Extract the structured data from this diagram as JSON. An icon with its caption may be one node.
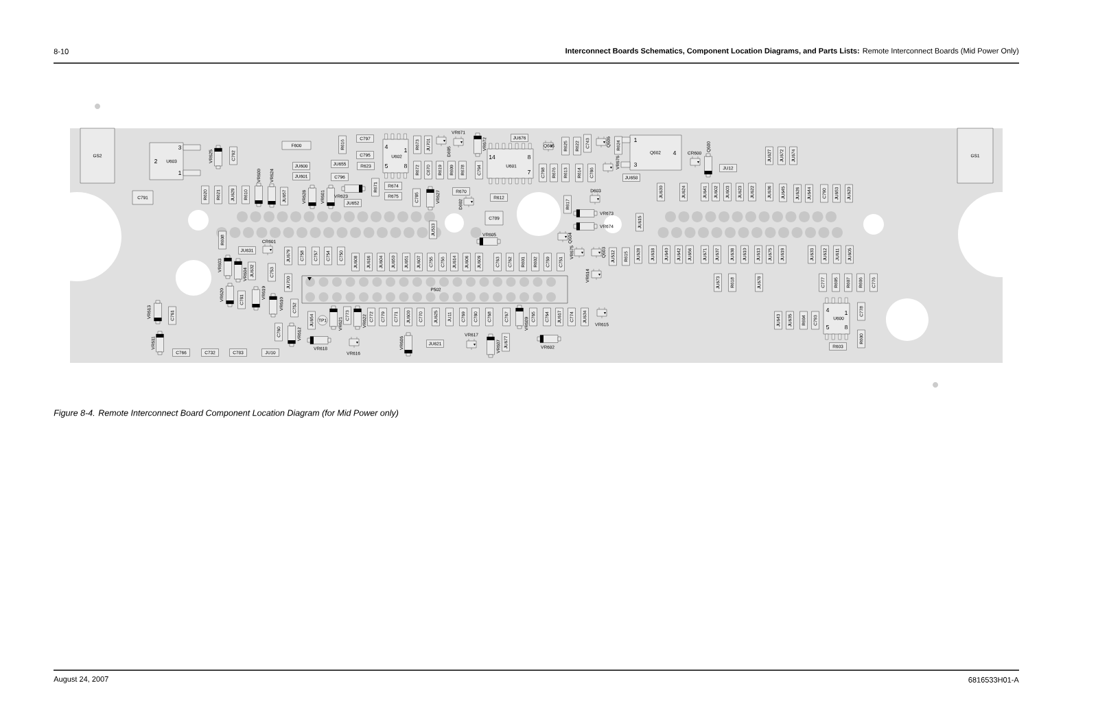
{
  "diagram": {
    "caption": "Figure 8-4. Remote Interconnect Board Component Location Diagram (for Mid Power only)",
    "labels": [
      "8-10",
      "**Interconnect Boards Schematics, Component Location Diagrams, and Parts Lists:** Remote Interconnect Boards (Mid Power Only)",
      "GS2",
      "3",
      "VR625",
      "C792",
      "F600",
      "R616",
      "C797",
      "C795",
      "4",
      "U602",
      "1",
      "R673",
      "JU701",
      "D605",
      "VR671",
      "VR672",
      "14",
      "JU676",
      "8",
      "Q605",
      "R625",
      "R622",
      "C743",
      "Q606",
      "R624",
      "1",
      "Q602",
      "4",
      "CR600",
      "Q600",
      "JU627",
      "JU672",
      "JU674",
      "GS1",
      "2",
      "U603",
      "1",
      "VR600",
      "VR624",
      "JU600",
      "JU601",
      "JU655",
      "C796",
      "R623",
      "5",
      "8",
      "R672",
      "C670",
      "R619",
      "R609",
      "R678",
      "C794",
      "U601",
      "7",
      "C798",
      "R676",
      "R613",
      "R614",
      "C786",
      "VR676",
      "JU658",
      "3",
      "JU12",
      "C791",
      "R620",
      "R621",
      "JU629",
      "R610",
      "JU657",
      "VR628",
      "VR601",
      "VR623",
      "JU652",
      "R671",
      "R674",
      "R675",
      "C785",
      "VR627",
      "D602",
      "R670",
      "R612",
      "R617",
      "D603",
      "JU630",
      "JU624",
      "JU641",
      "JU602",
      "JU603",
      "JU623",
      "JU622",
      "JU636",
      "JU645",
      "JU626",
      "JU644",
      "C790",
      "JU653",
      "JU620",
      "R608",
      "CR601",
      "JU513",
      "VR605",
      "C789",
      "Q604",
      "VR673",
      "VR674",
      "JU615",
      "VR603",
      "VR604",
      "JU631",
      "JU632",
      "C753",
      "JU679",
      "C758",
      "C757",
      "C754",
      "C750",
      "JU608",
      "JU616",
      "JU604",
      "JU650",
      "JU651",
      "JU607",
      "C755",
      "C756",
      "JU614",
      "JU606",
      "JU609",
      "C763",
      "C762",
      "R601",
      "R602",
      "C759",
      "C751",
      "VR675",
      "VR614",
      "Q603",
      "JU512",
      "R615",
      "JU628",
      "JU618",
      "JU640",
      "JU642",
      "JU656",
      "JU671",
      "JU637",
      "JU638",
      "JU610",
      "JU613",
      "JU675",
      "JU619",
      "JU633",
      "JU612",
      "JU611",
      "JU605",
      "VR620",
      "C781",
      "VR619",
      "VR610",
      "JU700",
      "P502",
      "JU673",
      "R618",
      "JU678",
      "C777",
      "R605",
      "R607",
      "R606",
      "C776",
      "VR613",
      "C761",
      "C752",
      "JU654",
      "TP1",
      "VR621",
      "C773",
      "VR622",
      "C772",
      "C779",
      "C771",
      "JU600",
      "C770",
      "JU625",
      "JU11",
      "C769",
      "C780",
      "C768",
      "C767",
      "VR609",
      "C765",
      "C764",
      "JU617",
      "C774",
      "JU634",
      "VR615",
      "JU643",
      "JU635",
      "R604",
      "C793",
      "4",
      "5",
      "U600",
      "1",
      "8",
      "C778",
      "VR611",
      "C766",
      "C732",
      "C783",
      "JU10",
      "C760",
      "VR612",
      "VR618",
      "VR616",
      "VR606",
      "JU621",
      "VR617",
      "VR607",
      "JU677",
      "VR602",
      "R603",
      "R600",
      "August 24, 2007",
      "6816533H01-A"
    ]
  }
}
